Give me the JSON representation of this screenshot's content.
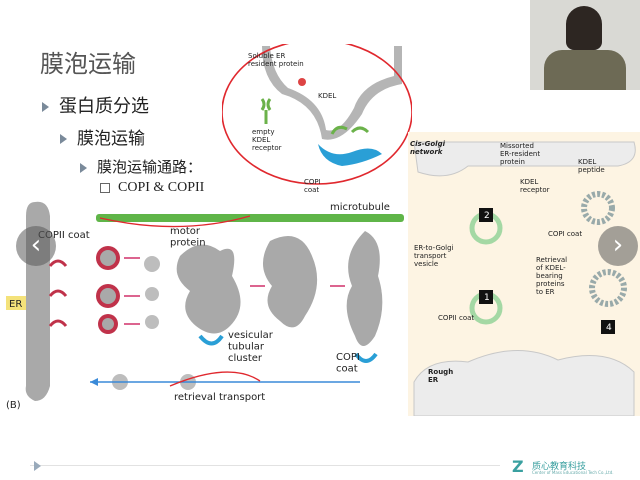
{
  "slide": {
    "title": "膜泡运输",
    "bullets": [
      {
        "text": "蛋白质分选"
      },
      {
        "text": "膜泡运输"
      },
      {
        "text": "膜泡运输通路："
      },
      {
        "text": "COPI & COPII"
      }
    ]
  },
  "figure_main": {
    "labels": {
      "microtubule": "microtubule",
      "copii_coat": "COPII coat",
      "motor_protein": "motor\nprotein",
      "er": "ER",
      "vesicular_cluster": "vesicular\ntubular\ncluster",
      "copi_coat": "COPI\ncoat",
      "retrieval_transport": "retrieval transport",
      "panel": "(B)"
    }
  },
  "figure_top": {
    "labels": {
      "soluble": "Soluble ER\nresident protein",
      "kdel": "KDEL",
      "empty": "empty\nKDEL\nreceptor",
      "copi": "COPI\ncoat"
    }
  },
  "figure_right": {
    "labels": {
      "cis_golgi": "Cis-Golgi\nnetwork",
      "missorted": "Missorted\nER-resident\nprotein",
      "kdel_peptide": "KDEL\npeptide",
      "kdel_receptor": "KDEL\nreceptor",
      "copi_coat": "COPI coat",
      "er_to_golgi": "ER-to-Golgi\ntransport\nvesicle",
      "retrieval": "Retrieval\nof KDEL-\nbearing\nproteins\nto ER",
      "copii_coat": "COPII coat",
      "rough_er": "Rough\nER",
      "step1": "1",
      "step2": "2",
      "step4": "4"
    }
  },
  "nav": {
    "prev": "‹",
    "next": "›"
  },
  "footer": {
    "logo_text": "质心教育科技",
    "logo_sub": "Center of Mass Educational Tech Co.,Ltd."
  },
  "colors": {
    "er_gray": "#a9a9a9",
    "copii_red": "#c0324a",
    "copi_blue": "#2a9fd6",
    "microtubule_green": "#5fb548",
    "annotation_red": "#e0282e",
    "arrow_pink": "#d0306a",
    "arrow_blue": "#3a8ad8"
  }
}
